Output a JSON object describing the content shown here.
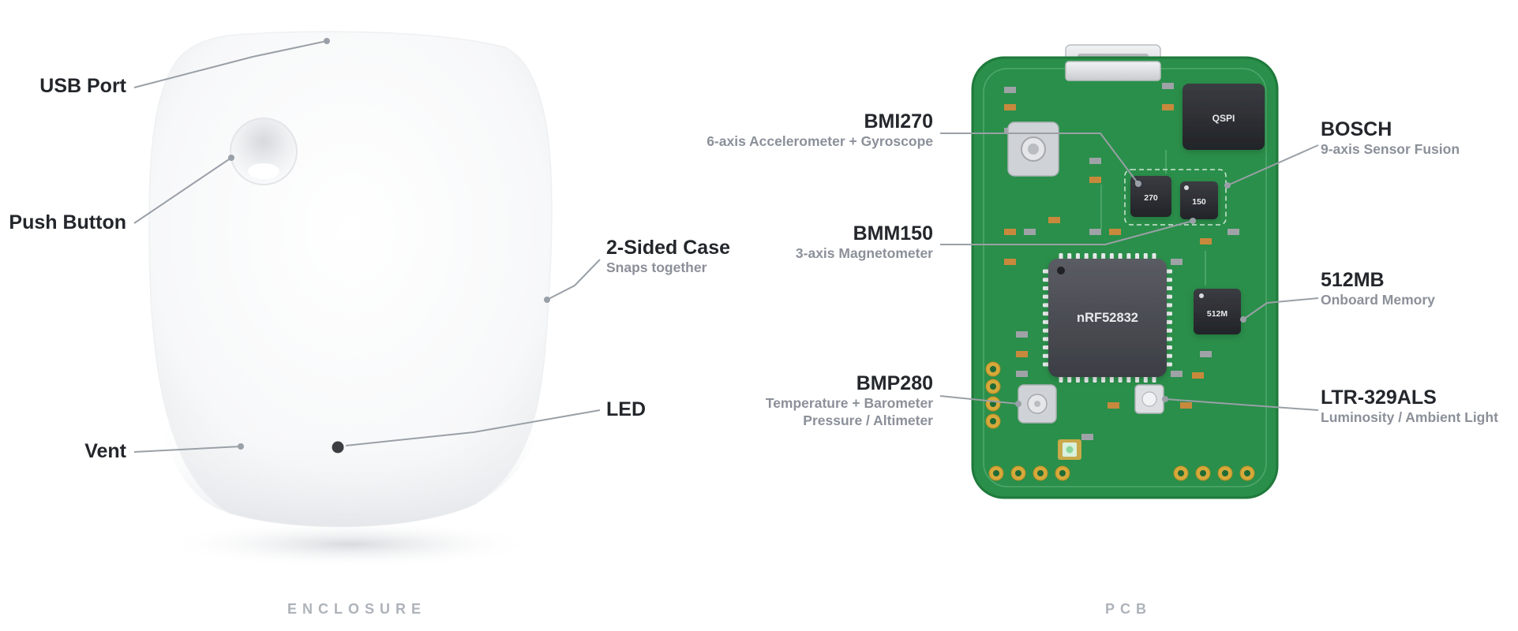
{
  "enclosure": {
    "section_label": "ENCLOSURE",
    "labels": {
      "usb_port": "USB Port",
      "push_button": "Push Button",
      "case_title": "2-Sided Case",
      "case_sub": "Snaps together",
      "vent": "Vent",
      "led": "LED"
    }
  },
  "pcb": {
    "section_label": "PCB",
    "chip_marks": {
      "qspi": "QSPI",
      "bmi": "270",
      "bmm": "150",
      "mcu": "nRF52832",
      "mem": "512M"
    },
    "labels": {
      "bmi270_title": "BMI270",
      "bmi270_sub": "6-axis Accelerometer + Gyroscope",
      "bmm150_title": "BMM150",
      "bmm150_sub": "3-axis Magnetometer",
      "bmp280_title": "BMP280",
      "bmp280_sub1": "Temperature + Barometer",
      "bmp280_sub2": "Pressure / Altimeter",
      "bosch_title": "BOSCH",
      "bosch_sub": "9-axis Sensor Fusion",
      "mem_title": "512MB",
      "mem_sub": "Onboard Memory",
      "ltr_title": "LTR-329ALS",
      "ltr_sub": "Luminosity / Ambient Light"
    }
  },
  "colors": {
    "pcb_green": "#2a8f4a",
    "pcb_edge": "#1f7a3c",
    "leader": "#9aa0a7",
    "chip": "#2b2d32"
  }
}
